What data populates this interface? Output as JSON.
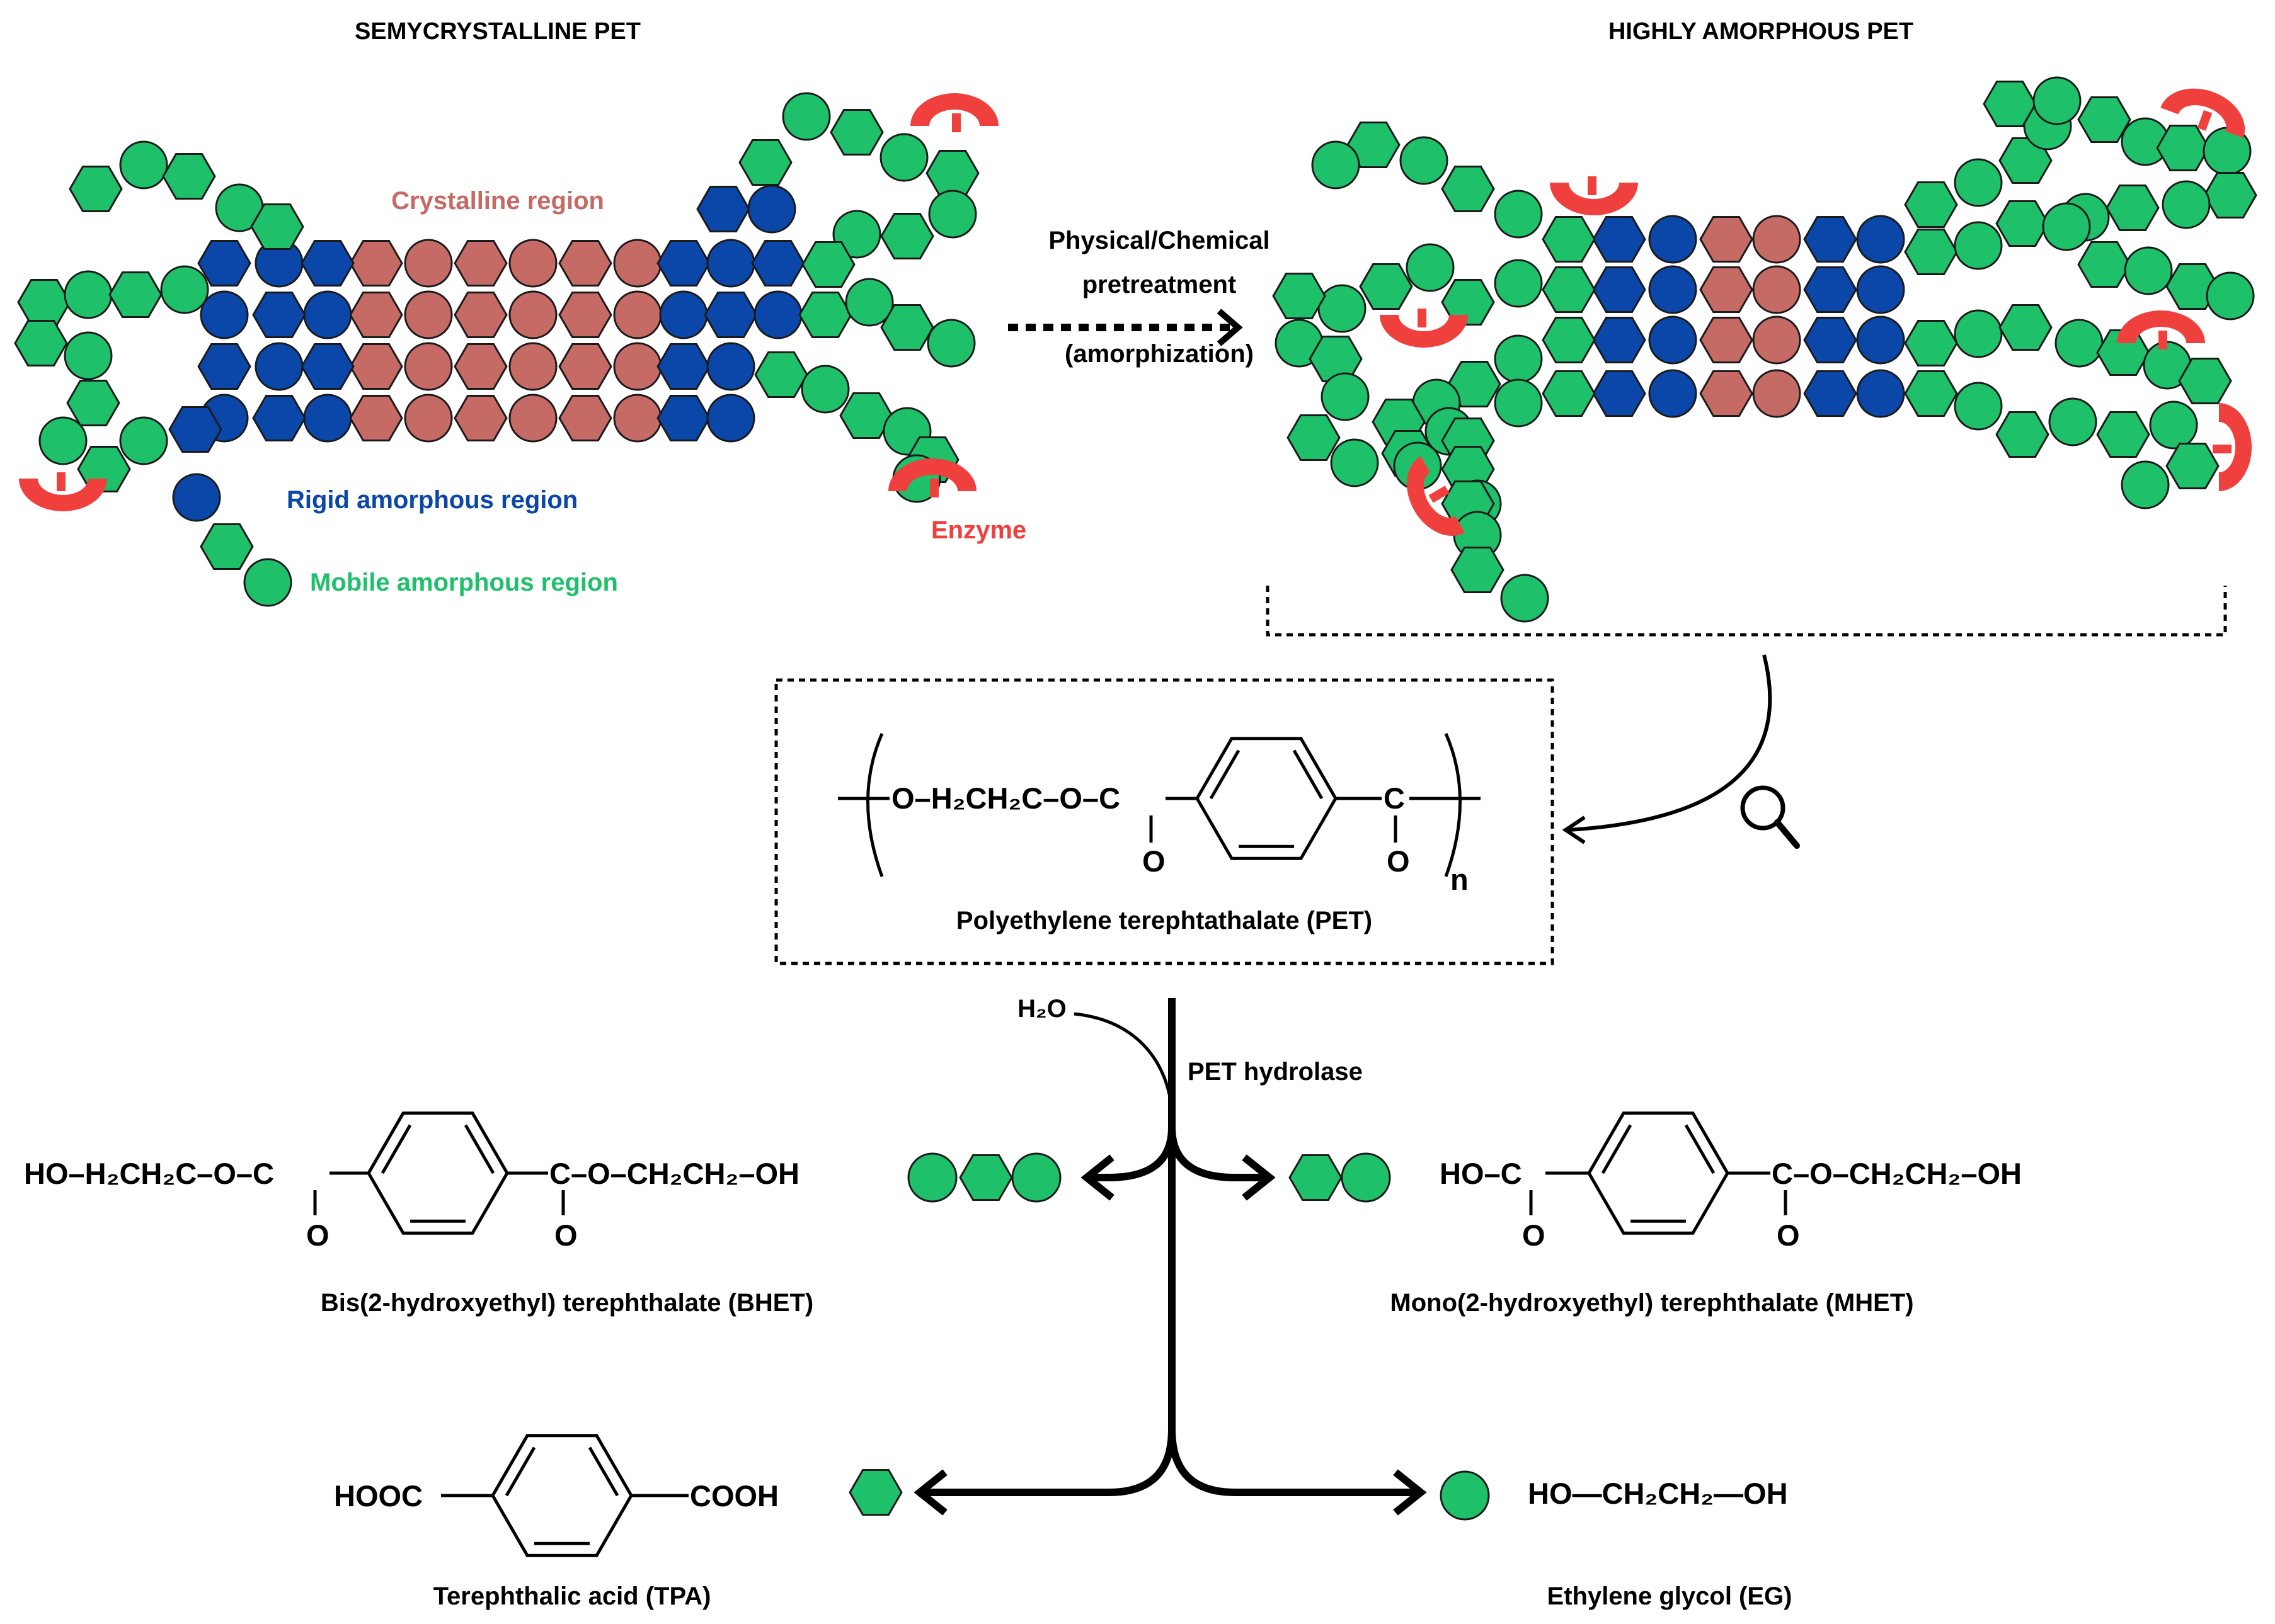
{
  "colors": {
    "mobile_amorphous": "#1fc06a",
    "rigid_amorphous": "#0b47a8",
    "crystalline": "#c66a66",
    "enzyme": "#f0403d",
    "outline": "#1a1a1a"
  },
  "headers": {
    "left": "SEMYCRYSTALLINE PET",
    "right": "HIGHLY AMORPHOUS PET"
  },
  "regions": {
    "crystalline": "Crystalline region",
    "rigid": "Rigid amorphous region",
    "mobile": "Mobile amorphous region",
    "enzyme": "Enzyme"
  },
  "pretreatment": {
    "line1": "Physical/Chemical",
    "line2": "pretreatment",
    "line3": "(amorphization)"
  },
  "pet_box": {
    "formula_left": "O–H₂CH₂C–O–C",
    "formula_right": "C",
    "oxygen": "O",
    "repeat": "n",
    "caption": "Polyethylene terephtathalate (PET)",
    "icon": "magnifier-icon"
  },
  "reaction": {
    "water": "H₂O",
    "catalyst": "PET hydrolase"
  },
  "products": {
    "bhet": {
      "left": "HO–H₂CH₂C–O–C",
      "right": "C–O–CH₂CH₂–OH",
      "oxygen": "O",
      "name": "Bis(2-hydroxyethyl) terephthalate (BHET)"
    },
    "mhet": {
      "left": "HO–C",
      "right": "C–O–CH₂CH₂–OH",
      "oxygen": "O",
      "name": "Mono(2-hydroxyethyl) terephthalate (MHET)"
    },
    "tpa": {
      "left": "HOOC",
      "right": "COOH",
      "name": "Terephthalic acid (TPA)"
    },
    "eg": {
      "formula": "HO—CH₂CH₂—OH",
      "name": "Ethylene glycol (EG)"
    }
  }
}
